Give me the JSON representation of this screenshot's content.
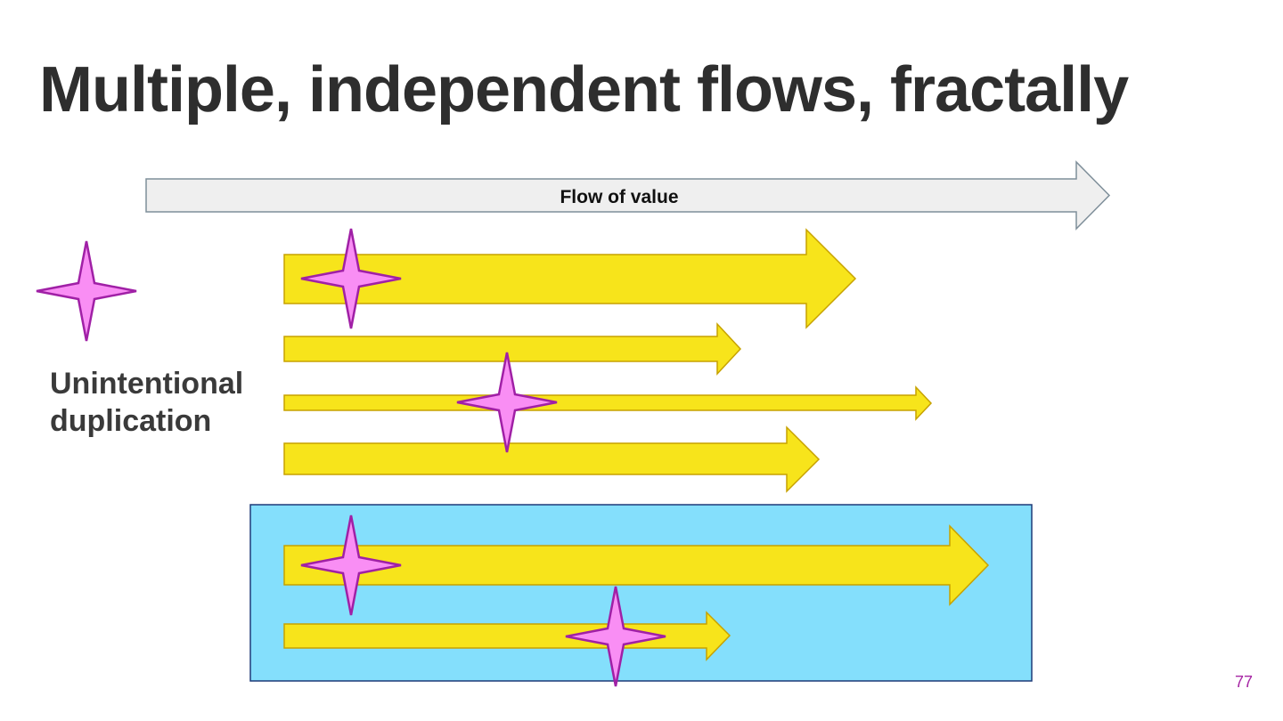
{
  "slide": {
    "title": "Multiple, independent flows, fractally",
    "page_number": "77"
  },
  "flow_of_value": {
    "label": "Flow of value",
    "icon": "arrow-right-icon"
  },
  "legend": {
    "line1": "Unintentional",
    "line2": "duplication",
    "icon": "four-point-star-icon"
  },
  "colors": {
    "flow_arrow_fill": "#f7e41b",
    "flow_arrow_stroke": "#c7a200",
    "star_fill": "#f98ef4",
    "star_stroke": "#a020a6",
    "group_fill": "#84dffc",
    "group_stroke": "#1f3a78",
    "value_arrow_fill": "#efefef",
    "value_arrow_stroke": "#7f8f9a",
    "title": "#2e2e2e",
    "page_number": "#a626a4"
  }
}
